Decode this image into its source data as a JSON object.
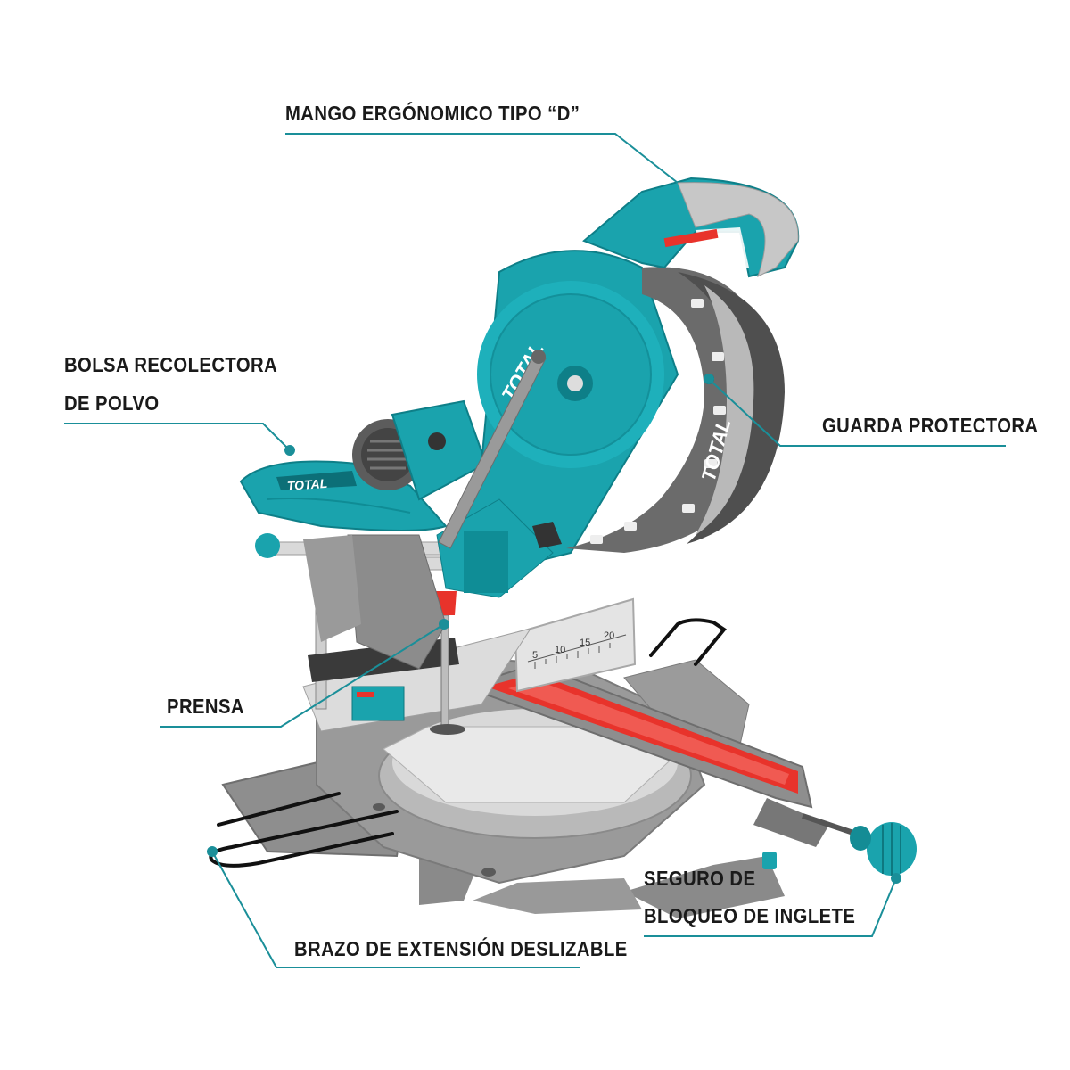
{
  "callouts": {
    "handle": "MANGO ERGÓNOMICO TIPO “D”",
    "dust_bag_line1": "BOLSA RECOLECTORA",
    "dust_bag_line2": "DE POLVO",
    "guard": "GUARDA PROTECTORA",
    "clamp": "PRENSA",
    "miter_lock_line1": "SEGURO DE",
    "miter_lock_line2": "BLOQUEO DE INGLETE",
    "extension_arm": "BRAZO DE EXTENSIÓN DESLIZABLE"
  },
  "product": {
    "brand": "TOTAL",
    "fence_scale": [
      "5",
      "10",
      "15",
      "20"
    ]
  },
  "colors": {
    "brand_teal": "#1aa3ad",
    "leader_line": "#1a8f99",
    "body_gray": "#8d8d8d",
    "guard_gray": "#6b6b6b",
    "accent_red": "#e8332b",
    "text": "#1a1a1a"
  }
}
